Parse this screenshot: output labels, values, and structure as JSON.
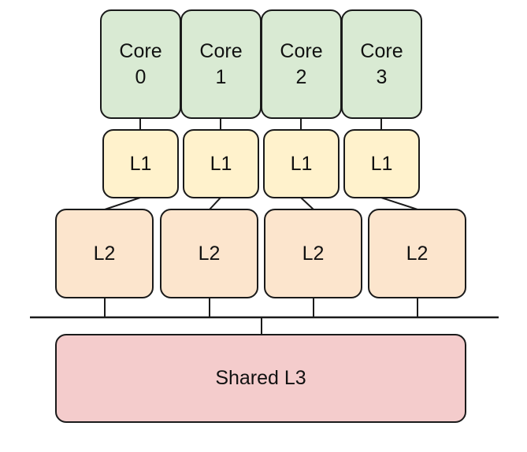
{
  "colors": {
    "core": "#d9ead3",
    "l1": "#fff2cc",
    "l2": "#fce5cd",
    "l3": "#f4cccc",
    "stroke": "#1a1a1a"
  },
  "cores": [
    {
      "line1": "Core",
      "line2": "0"
    },
    {
      "line1": "Core",
      "line2": "1"
    },
    {
      "line1": "Core",
      "line2": "2"
    },
    {
      "line1": "Core",
      "line2": "3"
    }
  ],
  "l1_caches": [
    {
      "label": "L1"
    },
    {
      "label": "L1"
    },
    {
      "label": "L1"
    },
    {
      "label": "L1"
    }
  ],
  "l2_caches": [
    {
      "label": "L2"
    },
    {
      "label": "L2"
    },
    {
      "label": "L2"
    },
    {
      "label": "L2"
    }
  ],
  "l3_cache": {
    "label": "Shared L3"
  }
}
